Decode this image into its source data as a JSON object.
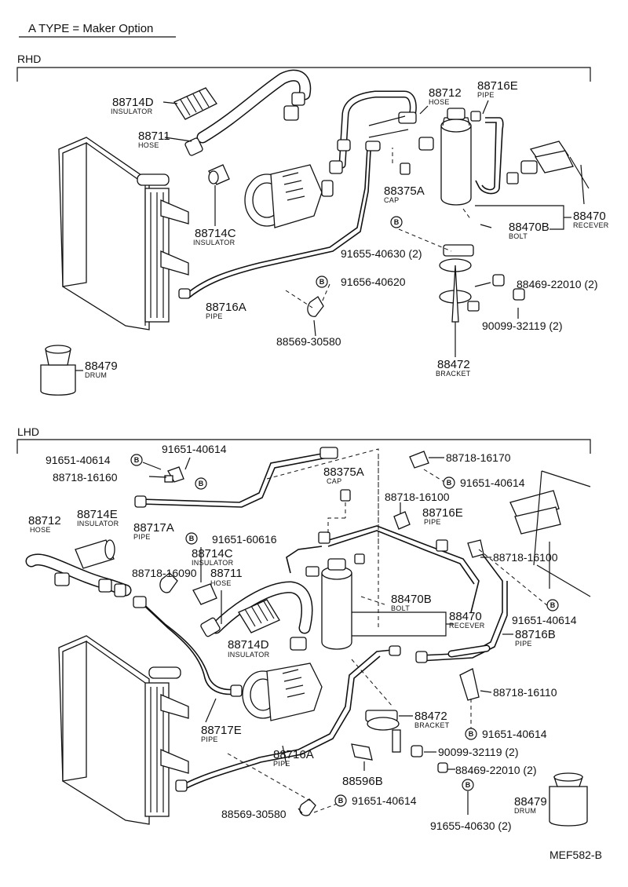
{
  "header": {
    "type_note": "A TYPE = Maker Option"
  },
  "rhd": {
    "section_label": "RHD",
    "callouts": [
      {
        "id": "r_88714D",
        "number": "88714D",
        "name": "INSULATOR"
      },
      {
        "id": "r_88711",
        "number": "88711",
        "name": "HOSE"
      },
      {
        "id": "r_88714C",
        "number": "88714C",
        "name": "INSULATOR"
      },
      {
        "id": "r_88712",
        "number": "88712",
        "name": "HOSE"
      },
      {
        "id": "r_88716E",
        "number": "88716E",
        "name": "PIPE"
      },
      {
        "id": "r_88375A",
        "number": "88375A",
        "name": "CAP"
      },
      {
        "id": "r_88470B",
        "number": "88470B",
        "name": "BOLT"
      },
      {
        "id": "r_88470",
        "number": "88470",
        "name": "RECEVER"
      },
      {
        "id": "r_91655",
        "number": "91655-40630 (2)",
        "name": ""
      },
      {
        "id": "r_91656",
        "number": "91656-40620",
        "name": ""
      },
      {
        "id": "r_88469",
        "number": "88469-22010 (2)",
        "name": ""
      },
      {
        "id": "r_88716A",
        "number": "88716A",
        "name": "PIPE"
      },
      {
        "id": "r_90099",
        "number": "90099-32119 (2)",
        "name": ""
      },
      {
        "id": "r_88569",
        "number": "88569-30580",
        "name": ""
      },
      {
        "id": "r_88472",
        "number": "88472",
        "name": "BRACKET"
      },
      {
        "id": "r_88479",
        "number": "88479",
        "name": "DRUM"
      }
    ]
  },
  "lhd": {
    "section_label": "LHD",
    "callouts": [
      {
        "id": "l_91651a",
        "number": "91651-40614",
        "name": ""
      },
      {
        "id": "l_91651b",
        "number": "91651-40614",
        "name": ""
      },
      {
        "id": "l_88718_16160",
        "number": "88718-16160",
        "name": ""
      },
      {
        "id": "l_88718_16170",
        "number": "88718-16170",
        "name": ""
      },
      {
        "id": "l_88375A",
        "number": "88375A",
        "name": "CAP"
      },
      {
        "id": "l_91651c",
        "number": "91651-40614",
        "name": ""
      },
      {
        "id": "l_88712",
        "number": "88712",
        "name": "HOSE"
      },
      {
        "id": "l_88714E",
        "number": "88714E",
        "name": "INSULATOR"
      },
      {
        "id": "l_88717A",
        "number": "88717A",
        "name": "PIPE"
      },
      {
        "id": "l_88718_16100a",
        "number": "88718-16100",
        "name": ""
      },
      {
        "id": "l_88716E",
        "number": "88716E",
        "name": "PIPE"
      },
      {
        "id": "l_91651_60616",
        "number": "91651-60616",
        "name": ""
      },
      {
        "id": "l_88714C",
        "number": "88714C",
        "name": "INSULATOR"
      },
      {
        "id": "l_88718_16100b",
        "number": "88718-16100",
        "name": ""
      },
      {
        "id": "l_88718_16090",
        "number": "88718-16090",
        "name": ""
      },
      {
        "id": "l_88711",
        "number": "88711",
        "name": "HOSE"
      },
      {
        "id": "l_88470B",
        "number": "88470B",
        "name": "BOLT"
      },
      {
        "id": "l_91651d",
        "number": "91651-40614",
        "name": ""
      },
      {
        "id": "l_88470",
        "number": "88470",
        "name": "RECEVER"
      },
      {
        "id": "l_88716B",
        "number": "88716B",
        "name": "PIPE"
      },
      {
        "id": "l_88714D",
        "number": "88714D",
        "name": "INSULATOR"
      },
      {
        "id": "l_88718_16110",
        "number": "88718-16110",
        "name": ""
      },
      {
        "id": "l_88472",
        "number": "88472",
        "name": "BRACKET"
      },
      {
        "id": "l_88717E",
        "number": "88717E",
        "name": "PIPE"
      },
      {
        "id": "l_91651e",
        "number": "91651-40614",
        "name": ""
      },
      {
        "id": "l_88716A",
        "number": "88716A",
        "name": "PIPE"
      },
      {
        "id": "l_90099",
        "number": "90099-32119 (2)",
        "name": ""
      },
      {
        "id": "l_88596B",
        "number": "88596B",
        "name": ""
      },
      {
        "id": "l_88469",
        "number": "88469-22010 (2)",
        "name": ""
      },
      {
        "id": "l_88479",
        "number": "88479",
        "name": "DRUM"
      },
      {
        "id": "l_88569",
        "number": "88569-30580",
        "name": ""
      },
      {
        "id": "l_91651f",
        "number": "91651-40614",
        "name": ""
      },
      {
        "id": "l_91655",
        "number": "91655-40630 (2)",
        "name": ""
      }
    ]
  },
  "bolt_marker": "B",
  "footer": {
    "figure_code": "MEF582-B"
  }
}
